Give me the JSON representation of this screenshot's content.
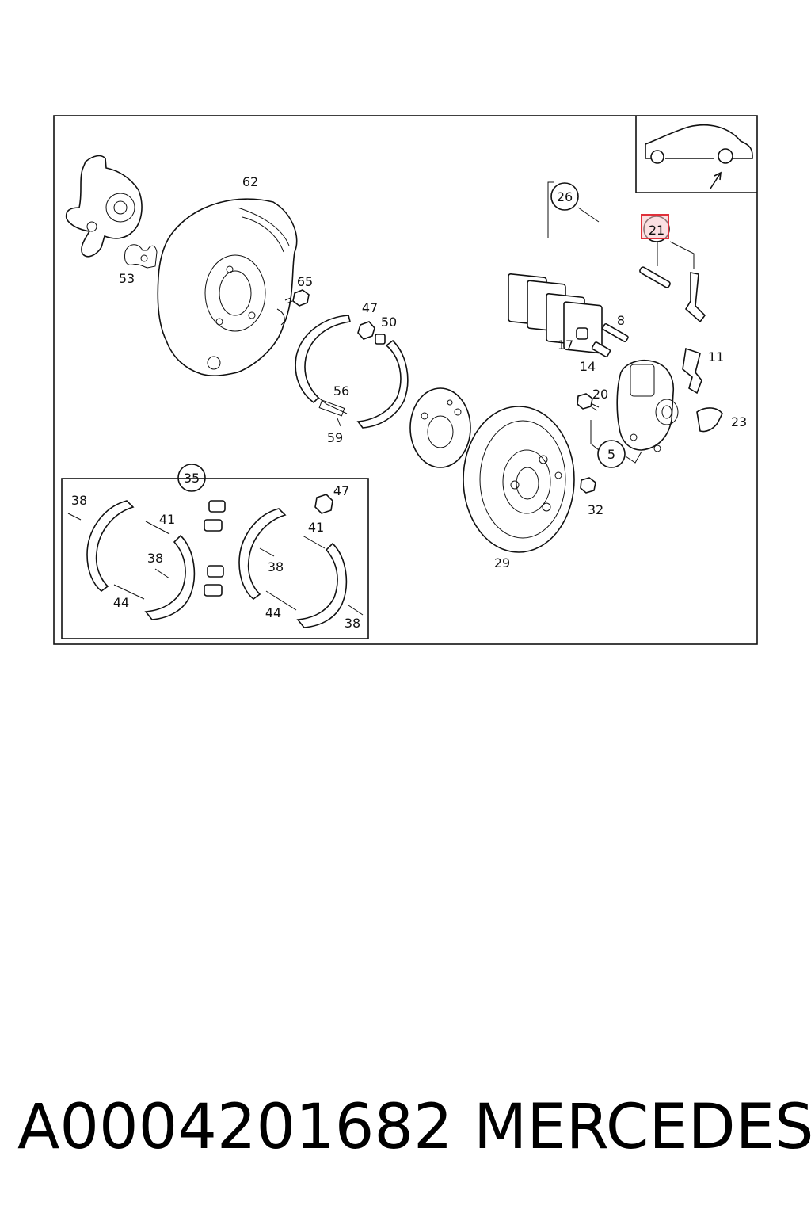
{
  "diagram": {
    "highlight_color": "#e0303a",
    "callouts": {
      "c5": "5",
      "c8": "8",
      "c11": "11",
      "c14": "14",
      "c17": "17",
      "c20": "20",
      "c21": "21",
      "c23": "23",
      "c26": "26",
      "c29": "29",
      "c32": "32",
      "c35": "35",
      "c38a": "38",
      "c38b": "38",
      "c38c": "38",
      "c38d": "38",
      "c41a": "41",
      "c41b": "41",
      "c44a": "44",
      "c44b": "44",
      "c47a": "47",
      "c47b": "47",
      "c50": "50",
      "c53": "53",
      "c56": "56",
      "c59": "59",
      "c62": "62",
      "c65": "65"
    }
  },
  "caption": {
    "part_number": "A0004201682",
    "brand": "MERCEDES"
  }
}
